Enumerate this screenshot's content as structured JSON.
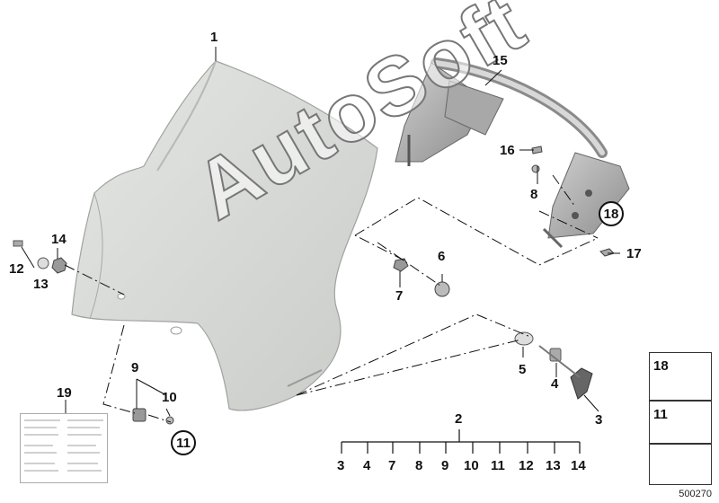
{
  "callouts": {
    "c1": "1",
    "c2": "2",
    "c3": "3",
    "c4": "4",
    "c5": "5",
    "c6": "6",
    "c7": "7",
    "c8": "8",
    "c9": "9",
    "c10": "10",
    "c11": "11",
    "c12": "12",
    "c13": "13",
    "c14": "14",
    "c15": "15",
    "c16": "16",
    "c17": "17",
    "c18": "18",
    "c19": "19"
  },
  "set_row": [
    "3",
    "4",
    "7",
    "8",
    "9",
    "10",
    "11",
    "12",
    "13",
    "14"
  ],
  "watermark": "AutoSoft",
  "legend": {
    "k18": "18",
    "k11": "11"
  },
  "doc_number": "500270"
}
